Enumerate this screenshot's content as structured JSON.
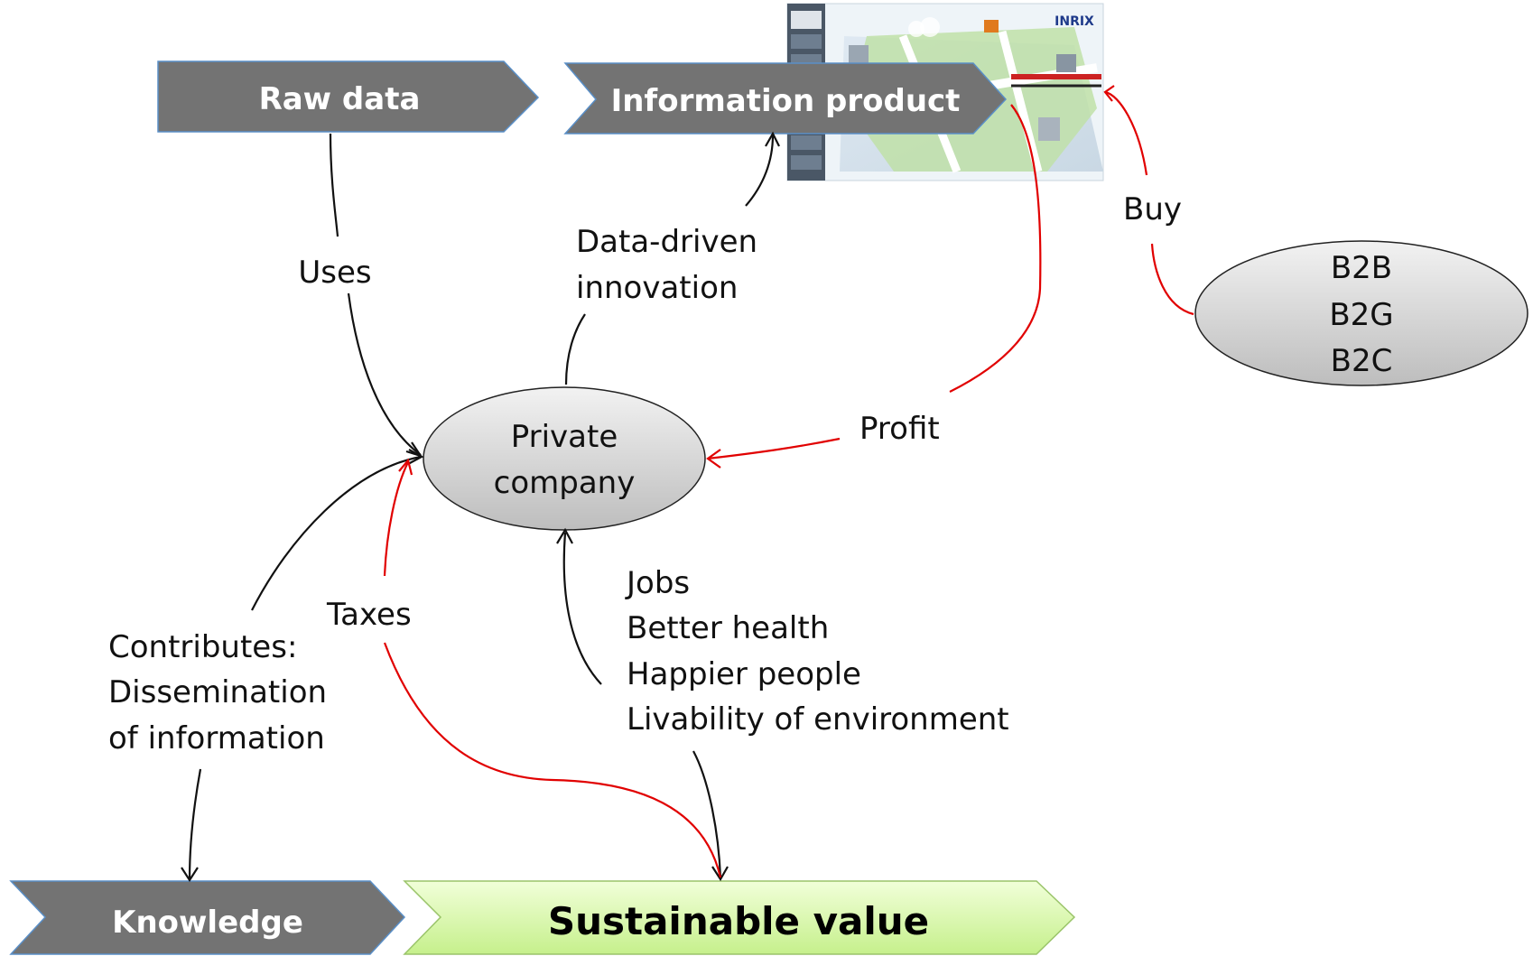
{
  "nodes": {
    "raw_data": "Raw data",
    "information_product": "Information product",
    "knowledge": "Knowledge",
    "sustainable_value": "Sustainable value",
    "private_company": [
      "Private",
      "company"
    ],
    "customers": [
      "B2B",
      "B2G",
      "B2C"
    ]
  },
  "labels": {
    "uses": "Uses",
    "data_driven_innovation": [
      "Data-driven",
      "innovation"
    ],
    "profit": "Profit",
    "buy": "Buy",
    "taxes": "Taxes",
    "contributes": [
      "Contributes:",
      "Dissemination",
      "of information"
    ],
    "benefits": [
      "Jobs",
      "Better health",
      "Happier people",
      "Livability of environment"
    ]
  },
  "screenshot": {
    "brand": "INRIX"
  },
  "colors": {
    "chevron_gray": "#737373",
    "chevron_green": "#d9f7b0",
    "ellipse_fill": "#d9d9d9",
    "arrow_black": "#111111",
    "arrow_red": "#e10000"
  }
}
